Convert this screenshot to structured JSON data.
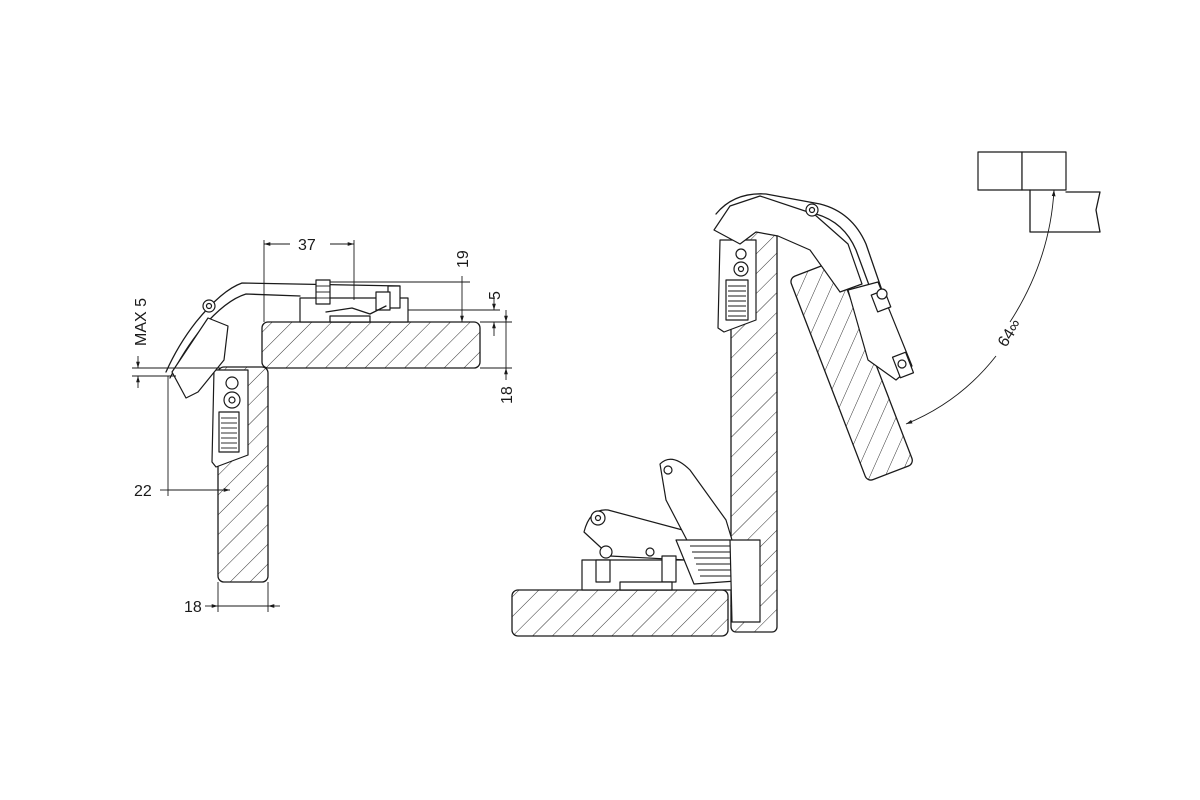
{
  "labels": {
    "dim_37": "37",
    "dim_19": "19",
    "dim_5": "5",
    "dim_max5": "MAX 5",
    "dim_18_right": "18",
    "dim_22": "22",
    "dim_18_bottom": "18",
    "angle_label": "64∞"
  },
  "colors": {
    "line": "#1a1a1a",
    "background": "#ffffff"
  }
}
